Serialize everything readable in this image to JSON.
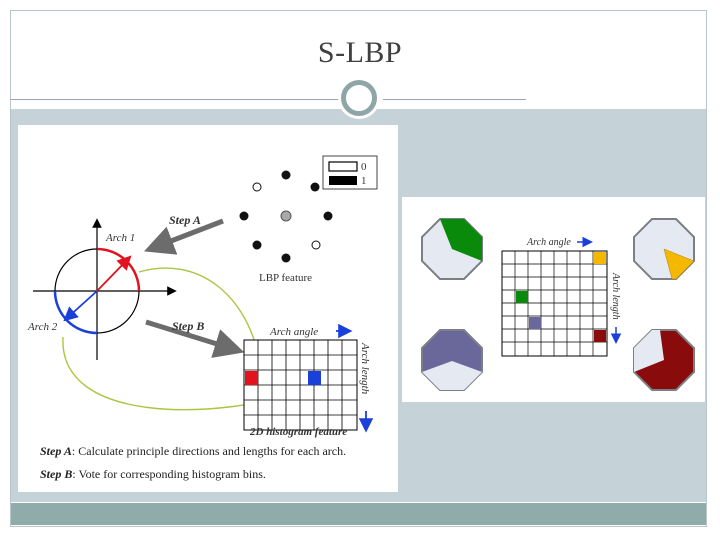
{
  "slide": {
    "title": "S-LBP"
  },
  "left_figure": {
    "legend": [
      {
        "value": "0"
      },
      {
        "value": "1"
      }
    ],
    "labels": {
      "step_a": "Step A",
      "step_b": "Step B",
      "arch1": "Arch 1",
      "arch2": "Arch 2",
      "lbp_feature": "LBP feature",
      "arch_angle": "Arch angle",
      "arch_length": "Arch length",
      "histogram": "2D histogram feature"
    },
    "captions": [
      {
        "step": "Step A",
        "text": ": Calculate principle directions and lengths for each arch."
      },
      {
        "step": "Step B",
        "text": ":  Vote for corresponding histogram bins."
      }
    ]
  },
  "right_figure": {
    "labels": {
      "arch_angle": "Arch angle",
      "arch_length": "Arch length"
    },
    "colors": {
      "green": "#0a8a0a",
      "yellow": "#f5b800",
      "slate": "#6a679a",
      "maroon": "#8a0b0b",
      "pale": "#e4e9f2"
    }
  }
}
